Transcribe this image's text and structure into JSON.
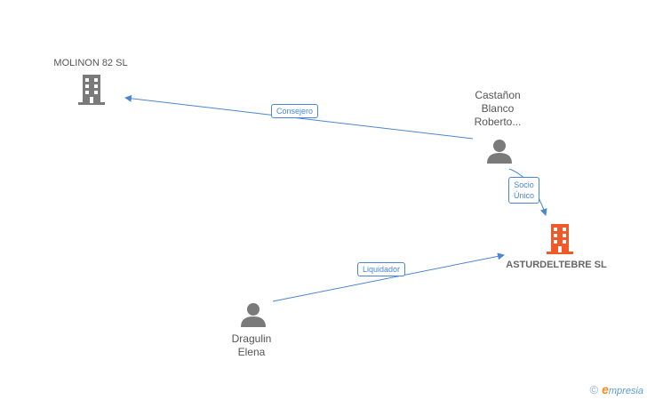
{
  "nodes": {
    "molinon": {
      "name": "MOLINON 82 SL",
      "type": "company"
    },
    "castanon": {
      "name_lines": [
        "Castañon",
        "Blanco",
        "Roberto..."
      ],
      "type": "person"
    },
    "asturdeltebre": {
      "name": "ASTURDELTEBRE SL",
      "type": "company-main"
    },
    "dragulin": {
      "name_lines": [
        "Dragulin",
        "Elena"
      ],
      "type": "person"
    }
  },
  "edges": {
    "consejero": {
      "label": "Consejero",
      "from": "castanon",
      "to": "molinon"
    },
    "socio_unico": {
      "label_lines": [
        "Socio",
        "Único"
      ],
      "from": "castanon",
      "to": "asturdeltebre"
    },
    "liquidador": {
      "label": "Liquidador",
      "from": "dragulin",
      "to": "asturdeltebre"
    }
  },
  "colors": {
    "edge": "#4a86d4",
    "company_icon": "#7a7a7a",
    "main_company_icon": "#f05a28",
    "person_icon": "#7a7a7a"
  },
  "watermark": {
    "copyright": "©",
    "brand_initial": "e",
    "brand_rest": "mpresia"
  }
}
